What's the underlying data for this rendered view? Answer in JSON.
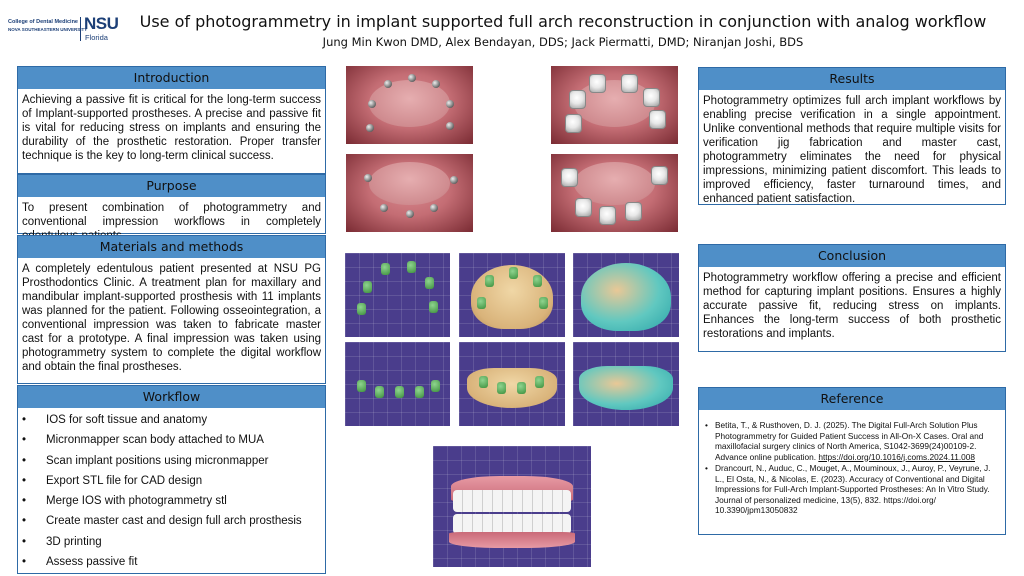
{
  "header": {
    "logo_line1": "College of Dental Medicine",
    "logo_line2": "NOVA SOUTHEASTERN UNIVERSITY",
    "logo_nsu": "NSU",
    "logo_florida": "Florida",
    "title": "Use of photogrammetry in implant supported full arch reconstruction in conjunction with analog workflow",
    "authors": "Jung Min Kwon DMD, Alex Bendayan, DDS; Jack Piermatti, DMD; Niranjan Joshi, BDS"
  },
  "introduction": {
    "heading": "Introduction",
    "text": "Achieving a passive fit is critical for the long-term success of Implant-supported prostheses. A precise and passive fit is vital for reducing stress on implants and ensuring the durability of the prosthetic restoration. Proper transfer technique is the key to long-term clinical success."
  },
  "purpose": {
    "heading": "Purpose",
    "text": "To present combination of photogrammetry and conventional impression workflows in completely edentulous patients."
  },
  "materials": {
    "heading": "Materials and methods",
    "text": "A completely edentulous patient presented at NSU PG Prosthodontics Clinic. A treatment plan for maxillary and mandibular implant-supported prosthesis with 11 implants was planned for the patient. Following osseointegration, a conventional impression was taken to fabricate master cast for a prototype. A final impression was taken using photogrammetry system to complete the digital workflow and obtain the final prostheses."
  },
  "workflow": {
    "heading": "Workflow",
    "items": [
      "IOS for soft tissue and anatomy",
      "Micronmapper scan body attached to MUA",
      "Scan implant positions using micronmapper",
      "Export STL file for CAD design",
      "Merge IOS with photogrammetry stl",
      "Create master cast and design full arch prosthesis",
      "3D printing",
      "Assess passive fit"
    ]
  },
  "results": {
    "heading": "Results",
    "text": "Photogrammetry optimizes full arch implant workflows by enabling precise verification in a single appointment. Unlike conventional methods that require multiple visits for verification jig fabrication and master cast, photogrammetry eliminates the need for physical impressions, minimizing patient discomfort. This leads to improved efficiency, faster turnaround times, and enhanced patient satisfaction."
  },
  "conclusion": {
    "heading": "Conclusion",
    "text": "Photogrammetry workflow offering a precise and efficient method for capturing implant positions. Ensures a highly accurate passive fit, reducing stress on implants. Enhances the long-term success of both prosthetic restorations and implants."
  },
  "reference": {
    "heading": "Reference",
    "ref1_text": "Betita, T., & Rusthoven, D. J. (2025). The Digital Full-Arch Solution Plus Photogrammetry for Guided Patient Success in All-On-X Cases. Oral and maxillofacial surgery clinics of North America, S1042-3699(24)00109-2. Advance online publication. ",
    "ref1_link": "https://doi.org/10.1016/j.coms.2024.11.008",
    "ref2_text": "Drancourt, N., Auduc, C., Mouget, A., Mouminoux, J., Auroy, P., Veyrune, J. L., El Osta, N., & Nicolas, E. (2023). Accuracy of Conventional and Digital Impressions for Full-Arch Implant-Supported Prostheses: An In Vitro Study. Journal of personalized medicine, 13(5), 832. https://doi.org/ 10.3390/jpm13050832"
  },
  "colors": {
    "header_fill": "#4f8fc8",
    "panel_border": "#2e6aa6",
    "brand_navy": "#1c3f77"
  }
}
